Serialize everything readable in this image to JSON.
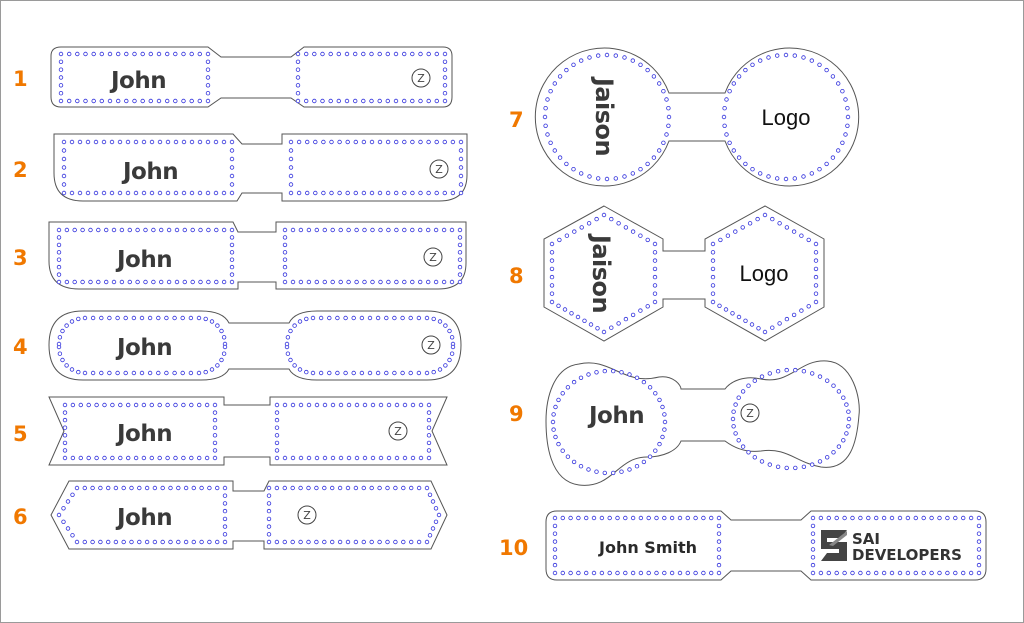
{
  "tags": [
    {
      "number": "1",
      "name": "John"
    },
    {
      "number": "2",
      "name": "John"
    },
    {
      "number": "3",
      "name": "John"
    },
    {
      "number": "4",
      "name": "John"
    },
    {
      "number": "5",
      "name": "John"
    },
    {
      "number": "6",
      "name": "John"
    },
    {
      "number": "7",
      "name": "Jaison",
      "logo": "Logo"
    },
    {
      "number": "8",
      "name": "Jaison",
      "logo": "Logo"
    },
    {
      "number": "9",
      "name": "John"
    },
    {
      "number": "10",
      "name": "John Smith",
      "brand_line1": "SAI",
      "brand_line2": "DEVELOPERS"
    }
  ],
  "badge_letter": "Z",
  "colors": {
    "number": "#f07800",
    "holes": "#3333dd",
    "outline": "#555555",
    "text": "#3a3a3a"
  }
}
